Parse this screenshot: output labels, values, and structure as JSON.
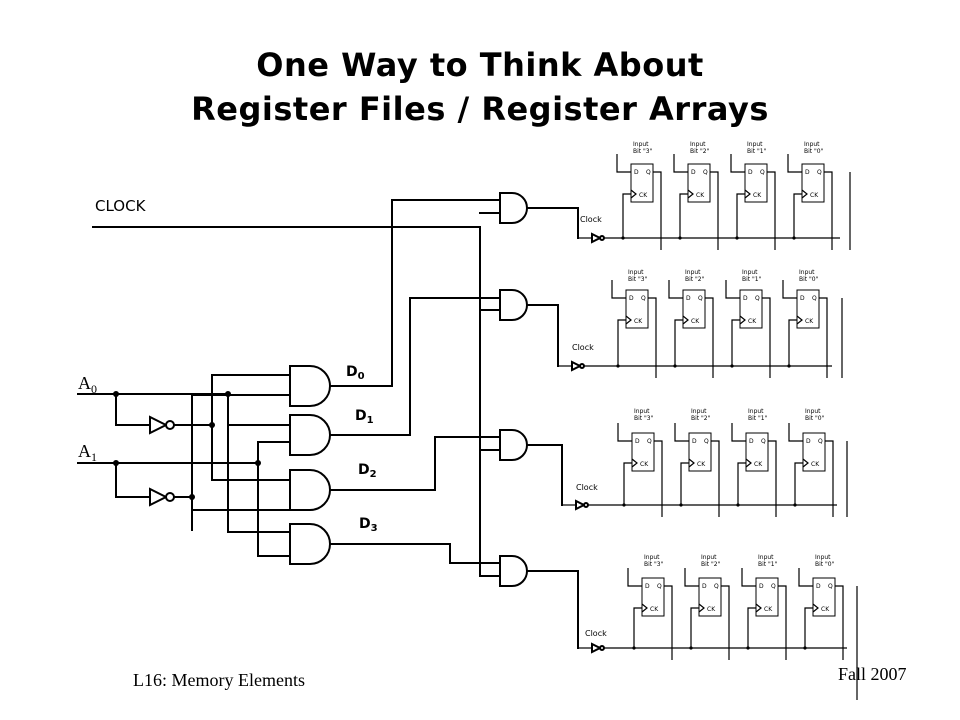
{
  "slide": {
    "title_line1": "One Way to Think About",
    "title_line2": "Register Files / Register Arrays",
    "footer_left": "L16: Memory Elements",
    "footer_right": "Fall 2007"
  },
  "diagram": {
    "clock_label": "CLOCK",
    "address_inputs": [
      {
        "letter": "A",
        "sub": "0"
      },
      {
        "letter": "A",
        "sub": "1"
      }
    ],
    "decoder_outputs": [
      {
        "letter": "D",
        "sub": "0"
      },
      {
        "letter": "D",
        "sub": "1"
      },
      {
        "letter": "D",
        "sub": "2"
      },
      {
        "letter": "D",
        "sub": "3"
      }
    ],
    "register_clock_label": "Clock",
    "flipflop": {
      "d": "D",
      "q": "Q",
      "ck": "CK"
    },
    "bit_inputs": [
      {
        "line1": "Input",
        "line2": "Bit \"3\""
      },
      {
        "line1": "Input",
        "line2": "Bit \"2\""
      },
      {
        "line1": "Input",
        "line2": "Bit \"1\""
      },
      {
        "line1": "Input",
        "line2": "Bit \"0\""
      }
    ]
  }
}
